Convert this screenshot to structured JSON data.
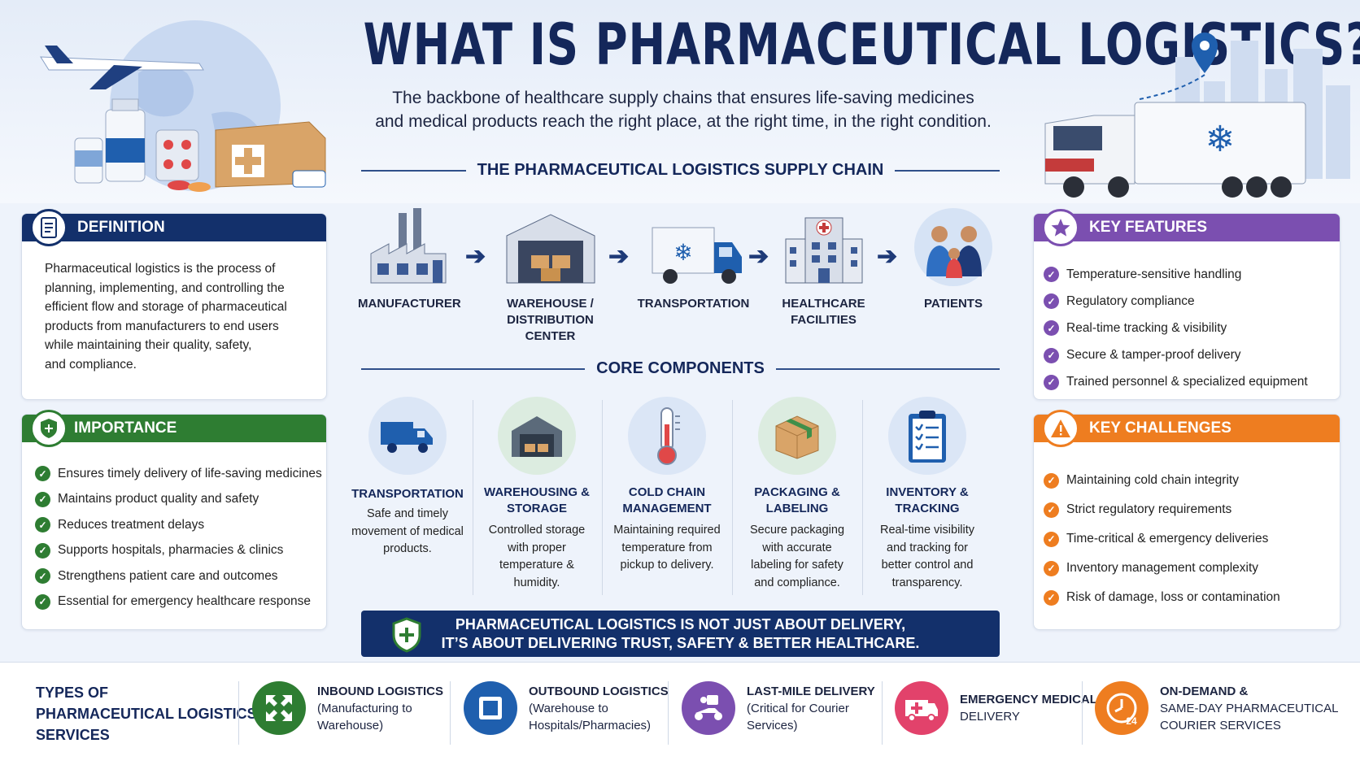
{
  "header": {
    "title": "WHAT IS PHARMACEUTICAL LOGISTICS?",
    "subtitle_line1": "The backbone of healthcare supply chains that ensures life-saving medicines",
    "subtitle_line2": "and medical products reach the right place, at the right time, in the right condition."
  },
  "supply_chain": {
    "heading": "THE PHARMACEUTICAL LOGISTICS SUPPLY CHAIN",
    "steps": [
      {
        "line1": "MANUFACTURER",
        "line2": ""
      },
      {
        "line1": "WAREHOUSE /",
        "line2": "DISTRIBUTION CENTER"
      },
      {
        "line1": "TRANSPORTATION",
        "line2": ""
      },
      {
        "line1": "HEALTHCARE",
        "line2": "FACILITIES"
      },
      {
        "line1": "PATIENTS",
        "line2": ""
      }
    ],
    "arrow": "➔"
  },
  "definition": {
    "title": "DEFINITION",
    "lines": [
      "Pharmaceutical logistics is the process of",
      "planning, implementing, and controlling the",
      "efficient flow and storage of pharmaceutical",
      "products from manufacturers to end users",
      "while maintaining their quality, safety,",
      "and compliance."
    ]
  },
  "importance": {
    "title": "IMPORTANCE",
    "items": [
      "Ensures timely delivery of life-saving medicines",
      "Maintains product quality and safety",
      "Reduces treatment delays",
      "Supports hospitals, pharmacies & clinics",
      "Strengthens patient care and outcomes",
      "Essential for emergency healthcare response"
    ]
  },
  "key_features": {
    "title": "KEY FEATURES",
    "items": [
      "Temperature-sensitive handling",
      "Regulatory compliance",
      "Real-time tracking & visibility",
      "Secure & tamper-proof delivery",
      "Trained personnel & specialized equipment"
    ]
  },
  "key_challenges": {
    "title": "KEY CHALLENGES",
    "items": [
      "Maintaining cold chain integrity",
      "Strict regulatory requirements",
      "Time-critical & emergency deliveries",
      "Inventory management complexity",
      "Risk of damage, loss or contamination"
    ]
  },
  "core_components": {
    "heading": "CORE COMPONENTS",
    "items": [
      {
        "t1": "TRANSPORTATION",
        "t2": "",
        "d": [
          "Safe and timely",
          "movement of medical",
          "products."
        ]
      },
      {
        "t1": "WAREHOUSING &",
        "t2": "STORAGE",
        "d": [
          "Controlled storage",
          "with proper",
          "temperature &",
          "humidity."
        ]
      },
      {
        "t1": "COLD CHAIN",
        "t2": "MANAGEMENT",
        "d": [
          "Maintaining required",
          "temperature from",
          "pickup to delivery."
        ]
      },
      {
        "t1": "PACKAGING &",
        "t2": "LABELING",
        "d": [
          "Secure packaging",
          "with accurate",
          "labeling for safety",
          "and compliance."
        ]
      },
      {
        "t1": "INVENTORY &",
        "t2": "TRACKING",
        "d": [
          "Real-time visibility",
          "and tracking for",
          "better control and",
          "transparency."
        ]
      }
    ]
  },
  "banner": {
    "line1": "PHARMACEUTICAL LOGISTICS IS NOT JUST ABOUT DELIVERY,",
    "line2": "IT’S ABOUT DELIVERING TRUST, SAFETY & BETTER HEALTHCARE."
  },
  "types": {
    "title_lines": [
      "TYPES OF",
      "PHARMACEUTICAL LOGISTICS",
      "SERVICES"
    ],
    "services": [
      {
        "name": "INBOUND LOGISTICS",
        "l1": "(Manufacturing to",
        "l2": "Warehouse)"
      },
      {
        "name": "OUTBOUND LOGISTICS",
        "l1": "(Warehouse to",
        "l2": "Hospitals/Pharmacies)"
      },
      {
        "name": "LAST-MILE DELIVERY",
        "l1": "(Critical for Courier",
        "l2": "Services)"
      },
      {
        "name": "EMERGENCY MEDICAL",
        "l1": "DELIVERY",
        "l2": ""
      },
      {
        "name": "ON-DEMAND &",
        "l1": "SAME-DAY PHARMACEUTICAL",
        "l2": "COURIER SERVICES"
      }
    ],
    "clock_label": "24"
  },
  "colors": {
    "navy": "#13306b",
    "green": "#2e7d32",
    "purple": "#7b4fb0",
    "orange": "#ee7d20",
    "blue": "#1f5fae",
    "pink": "#e2426b"
  }
}
